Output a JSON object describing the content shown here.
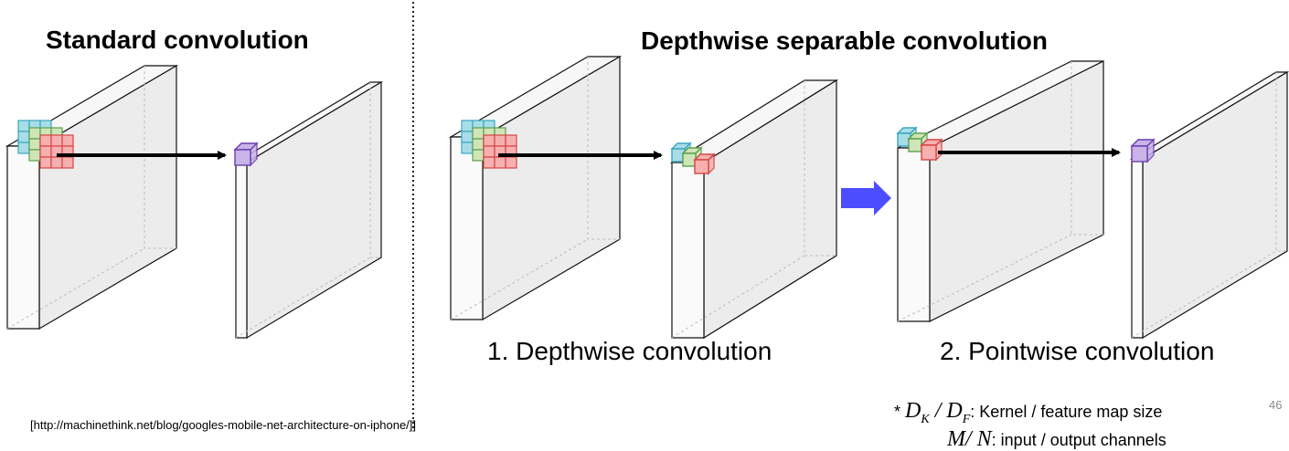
{
  "left_title": "Standard convolution",
  "right_title": "Depthwise separable convolution",
  "step1_caption": "1. Depthwise convolution",
  "step2_caption": "2. Pointwise convolution",
  "reference": "[http://machinethink.net/blog/googles-mobile-net-architecture-on-iphone/]]",
  "page_number": "46",
  "notes": {
    "star": "*",
    "line1_math_a": "D",
    "line1_sub_a": "K",
    "line1_slash": "/",
    "line1_math_b": "D",
    "line1_sub_b": "F",
    "line1_text": ": Kernel / feature map size",
    "line2_math": "M/ N",
    "line2_text": ": input / output channels"
  },
  "colors": {
    "kernel_cyan": "#a8dde8",
    "kernel_green": "#cfe5b8",
    "kernel_red": "#f7b0b0",
    "output_purple": "#c9b3e8",
    "step_arrow": "#4d4dff"
  },
  "icons": [
    "right-arrow-icon"
  ]
}
